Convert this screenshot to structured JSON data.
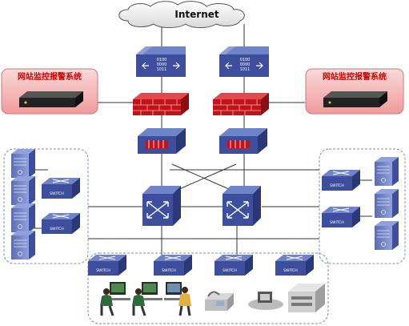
{
  "diagram": {
    "cloud_label": "Internet",
    "monitor_left_label": "网站监控报警系统",
    "monitor_right_label": "网站监控报警系统",
    "switch_label": "SWITCH",
    "router_label_lines": [
      "0100",
      "0000",
      "1011"
    ]
  },
  "colors": {
    "device_blue": "#3d4f9c",
    "device_top": "#6f84c8",
    "firewall_red": "#c0141a",
    "monitor_bg": "#f4b5b5",
    "label_red": "#cc0000",
    "line": "#333333",
    "dashed_border": "#7d8bb8"
  }
}
